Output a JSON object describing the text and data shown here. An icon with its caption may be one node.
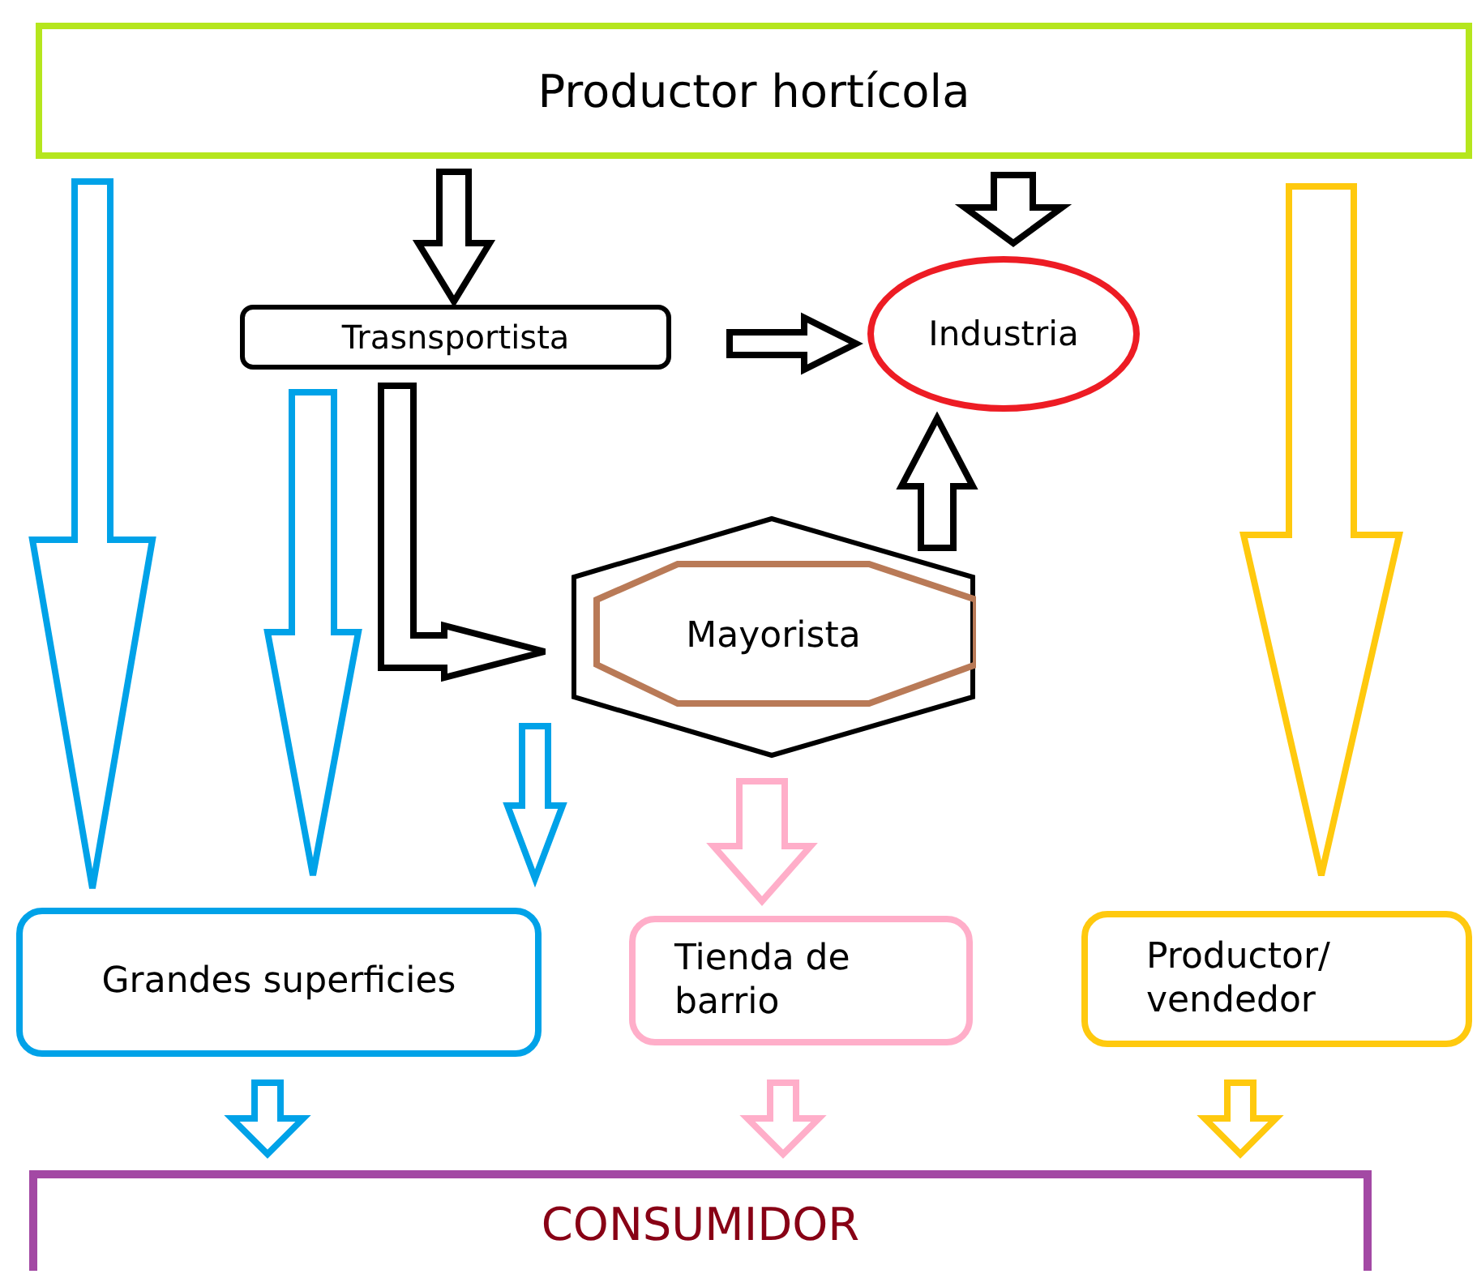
{
  "diagram": {
    "nodes": [
      {
        "text": [
          "Productor hortícola"
        ]
      },
      {
        "text": [
          "Trasnsportista"
        ]
      },
      {
        "text": [
          "Industria"
        ]
      },
      {
        "text": [
          "Mayorista"
        ]
      },
      {
        "text": [
          "Grandes superficies"
        ]
      },
      {
        "text": [
          "Tienda de barrio"
        ]
      },
      {
        "text": [
          "Productor/ vendedor"
        ]
      },
      {
        "text": [
          "CONSUMIDOR"
        ]
      }
    ],
    "edges": [
      {
        "from": 0,
        "to": 4,
        "arrow": "to",
        "color": "#00a2e8"
      },
      {
        "from": 0,
        "to": 1,
        "arrow": "to"
      },
      {
        "from": 0,
        "to": 2,
        "arrow": "to"
      },
      {
        "from": 0,
        "to": 6,
        "arrow": "to",
        "color": "#ffc90e"
      },
      {
        "from": 1,
        "to": 2,
        "arrow": "to"
      },
      {
        "from": 1,
        "to": 4,
        "arrow": "to",
        "color": "#00a2e8"
      },
      {
        "from": 1,
        "to": 3,
        "arrow": "to"
      },
      {
        "from": 3,
        "to": 2,
        "arrow": "to"
      },
      {
        "from": 3,
        "to": 4,
        "arrow": "to",
        "color": "#00a2e8"
      },
      {
        "from": 3,
        "to": 5,
        "arrow": "to",
        "color": "#ffaec9"
      },
      {
        "from": 4,
        "to": 7,
        "arrow": "to",
        "color": "#00a2e8"
      },
      {
        "from": 5,
        "to": 7,
        "arrow": "to",
        "color": "#ffaec9"
      },
      {
        "from": 6,
        "to": 7,
        "arrow": "to",
        "color": "#ffc90e"
      }
    ]
  }
}
